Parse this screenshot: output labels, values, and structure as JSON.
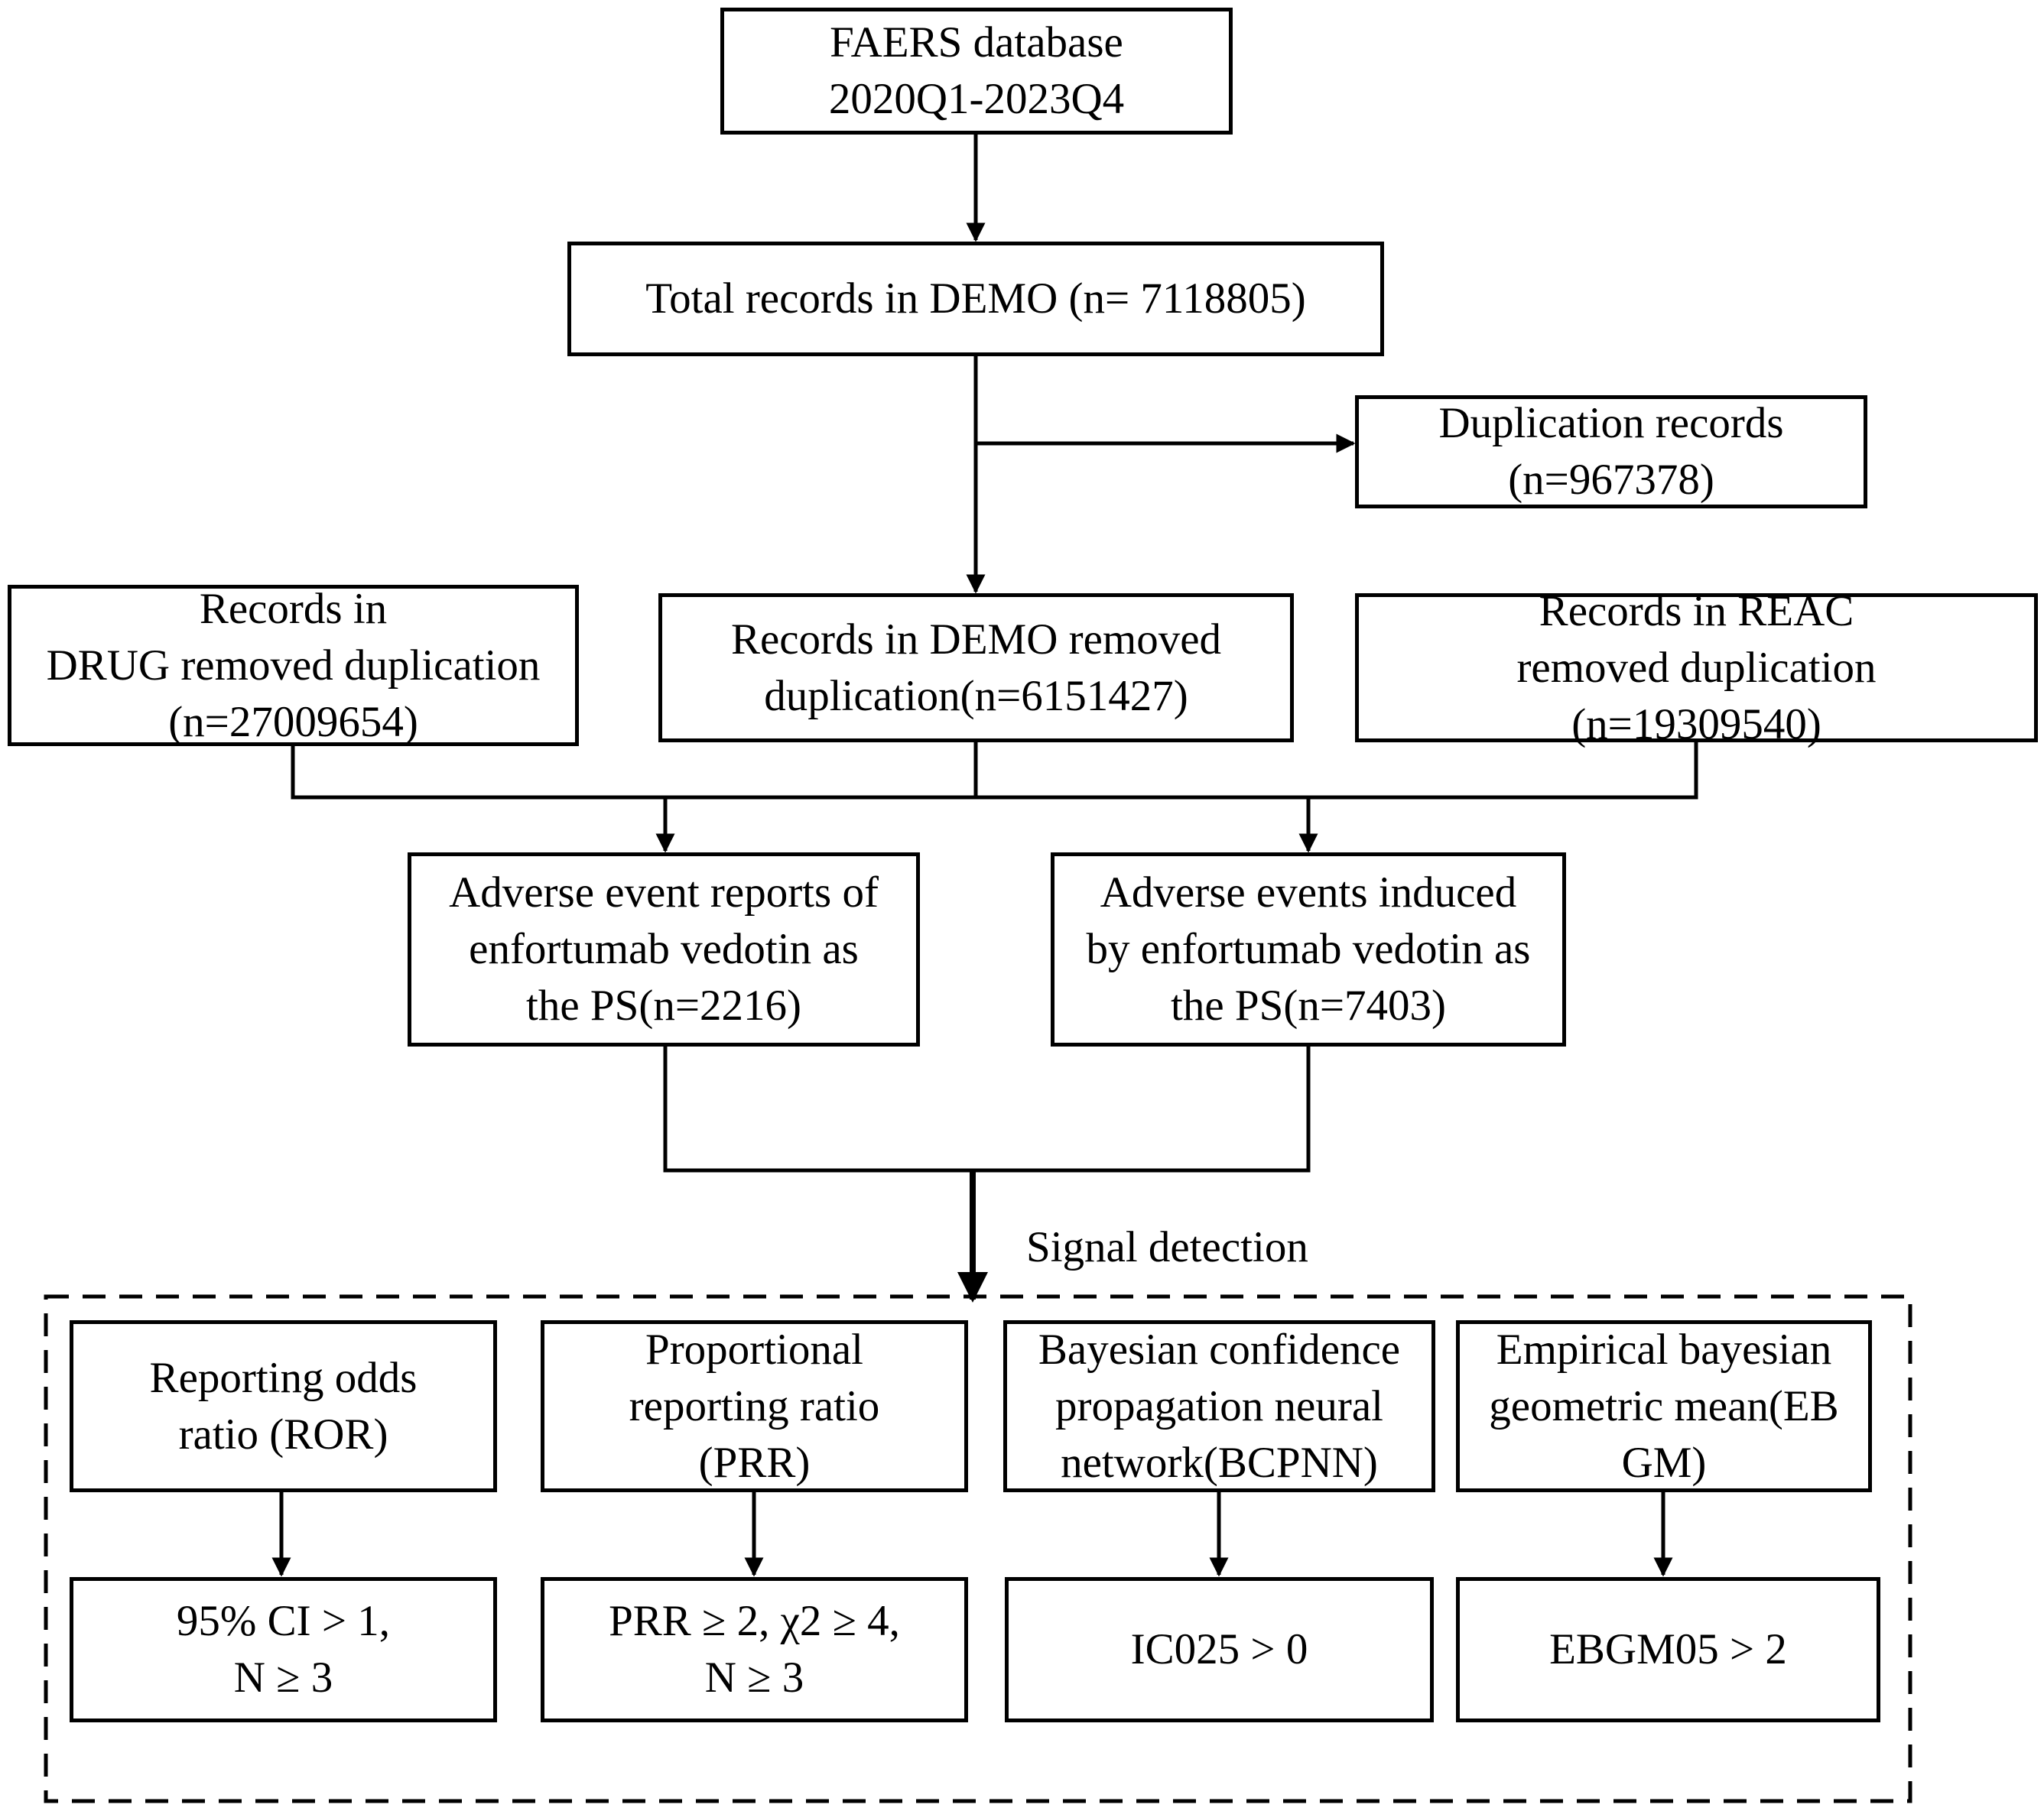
{
  "boxes": {
    "faers": [
      "FAERS database",
      "2020Q1-2023Q4"
    ],
    "total": [
      "Total records in DEMO (n= 7118805)"
    ],
    "duplication": [
      "Duplication records",
      "(n=967378)"
    ],
    "drug": [
      "Records in",
      "DRUG removed duplication",
      "(n=27009654)"
    ],
    "demo": [
      "Records in DEMO removed",
      "duplication(n=6151427)"
    ],
    "reac": [
      "Records in REAC",
      "removed duplication",
      "(n=19309540)"
    ],
    "reports": [
      "Adverse event reports of",
      "enfortumab vedotin as",
      "the PS(n=2216)"
    ],
    "events": [
      "Adverse events induced",
      "by enfortumab vedotin as",
      "the PS(n=7403)"
    ],
    "ror": [
      "Reporting odds",
      "ratio (ROR)"
    ],
    "prr": [
      "Proportional",
      "reporting ratio",
      "(PRR)"
    ],
    "bcpnn": [
      "Bayesian confidence",
      "propagation neural",
      "network(BCPNN)"
    ],
    "ebgm": [
      "Empirical bayesian",
      "geometric mean(EB",
      "GM)"
    ],
    "ror_criteria": [
      "95% CI > 1,",
      "N ≥ 3"
    ],
    "prr_criteria": [
      "PRR ≥ 2, χ2 ≥ 4,",
      "N ≥ 3"
    ],
    "bcpnn_criteria": [
      "IC025 > 0"
    ],
    "ebgm_criteria": [
      "EBGM05 > 2"
    ]
  },
  "signal_detection_label": "Signal detection"
}
